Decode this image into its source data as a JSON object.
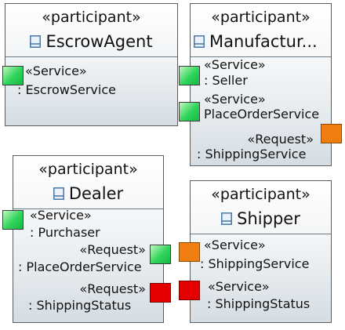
{
  "participants": {
    "escrow": {
      "stereotype": "«participant»",
      "name": "EscrowAgent"
    },
    "manufacturer": {
      "stereotype": "«participant»",
      "name": "Manufactur..."
    },
    "dealer": {
      "stereotype": "«participant»",
      "name": "Dealer"
    },
    "shipper": {
      "stereotype": "«participant»",
      "name": "Shipper"
    }
  },
  "ports": {
    "escrow_service": {
      "kind": "«Service»",
      "type": ": EscrowService"
    },
    "mfr_seller": {
      "kind": "«Service»",
      "type": ": Seller"
    },
    "mfr_place_order": {
      "kind": "«Service»",
      "type": "PlaceOrderService"
    },
    "mfr_shipping": {
      "kind": "«Request»",
      "type": ": ShippingService"
    },
    "dealer_purchaser": {
      "kind": "«Service»",
      "type": ": Purchaser"
    },
    "dealer_place_order": {
      "kind": "«Request»",
      "type": ": PlaceOrderService"
    },
    "dealer_status": {
      "kind": "«Request»",
      "type": ": ShippingStatus"
    },
    "shipper_shipping": {
      "kind": "«Service»",
      "type": ": ShippingService"
    },
    "shipper_status": {
      "kind": "«Service»",
      "type": ": ShippingStatus"
    }
  },
  "colors": {
    "service_port": "#2fd45a",
    "request_shipping_port": "#ef7d0f",
    "request_status_port": "#e50000",
    "class_icon": "#3a6ea5"
  },
  "icons": {
    "participant": "class-icon"
  }
}
